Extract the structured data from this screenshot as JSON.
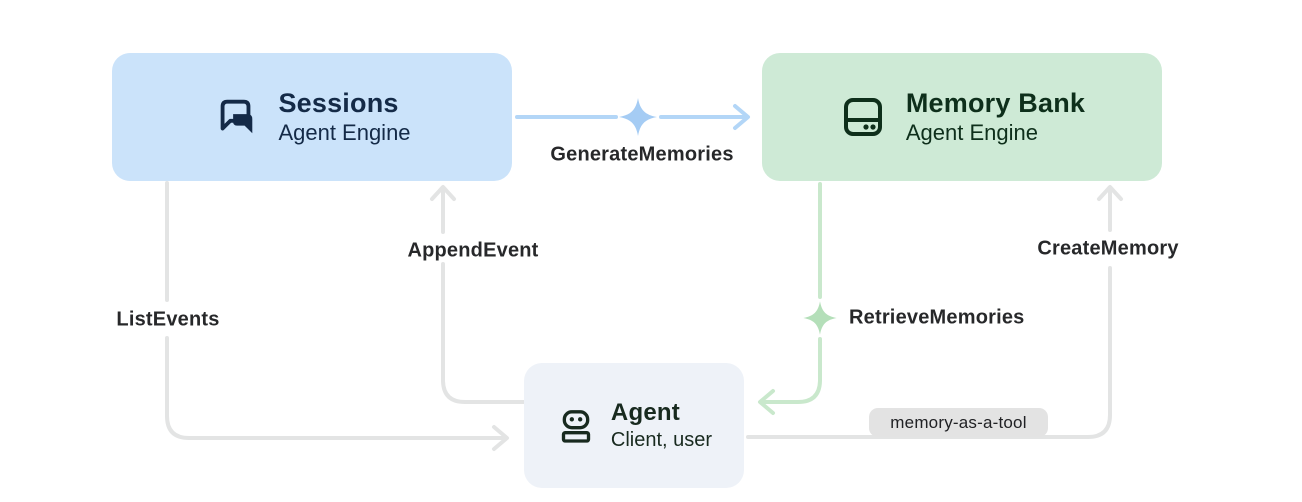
{
  "diagram": {
    "background": "#ffffff",
    "nodes": {
      "sessions": {
        "title": "Sessions",
        "subtitle": "Agent Engine",
        "fill": "#cbe3fa",
        "text_color": "#142a47",
        "icon": "chat-icon"
      },
      "memory_bank": {
        "title": "Memory Bank",
        "subtitle": "Agent Engine",
        "fill": "#ceead6",
        "text_color": "#0e2f1b",
        "icon": "storage-icon"
      },
      "agent": {
        "title": "Agent",
        "subtitle": "Client, user",
        "fill": "#eef2f8",
        "text_color": "#182a1f",
        "icon": "robot-icon"
      }
    },
    "edges": {
      "generate_memories": {
        "label": "GenerateMemories",
        "color": "#b3d6f7",
        "sparkle_color": "#a5ccf4",
        "from": "sessions",
        "to": "memory_bank"
      },
      "append_event": {
        "label": "AppendEvent",
        "color": "#e3e4e4",
        "from": "agent",
        "to": "sessions"
      },
      "list_events": {
        "label": "ListEvents",
        "color": "#e3e4e4",
        "from": "sessions",
        "to": "agent"
      },
      "create_memory": {
        "label": "CreateMemory",
        "color": "#e3e4e4",
        "from": "agent",
        "to": "memory_bank"
      },
      "retrieve_memories": {
        "label": "RetrieveMemories",
        "color": "#c9e8cc",
        "sparkle_color": "#b4dfb9",
        "from": "memory_bank",
        "to": "agent"
      },
      "memory_as_a_tool": {
        "label": "memory-as-a-tool",
        "badge_bg": "#e3e3e3",
        "text_color": "#202124"
      }
    },
    "label_color": "#27282a"
  }
}
